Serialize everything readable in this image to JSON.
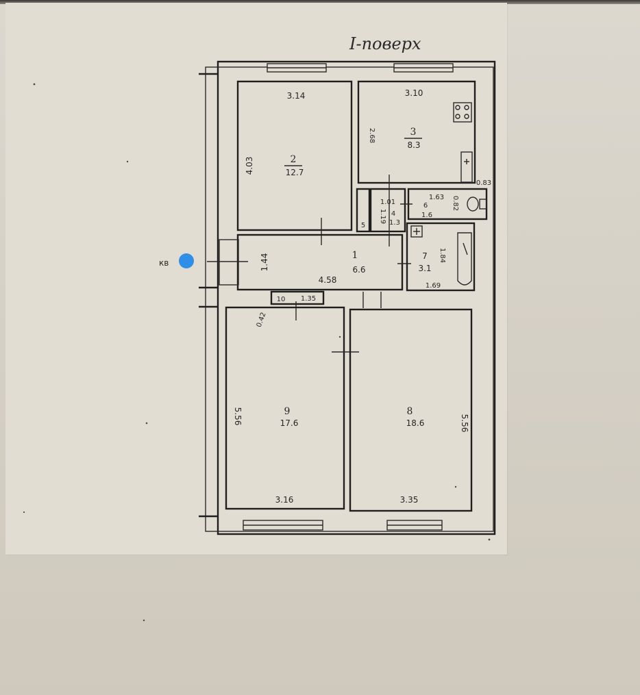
{
  "floor_title": "I-поверх",
  "entrance_label": "кв",
  "marker_color": "#2f8fe6",
  "rooms": [
    {
      "id": "1",
      "num": "1",
      "area": "6.6"
    },
    {
      "id": "2",
      "num": "2",
      "area": "12.7"
    },
    {
      "id": "3",
      "num": "3",
      "area": "8.3"
    },
    {
      "id": "4",
      "num": "4",
      "area": "1.3"
    },
    {
      "id": "5",
      "num": "5",
      "area": ""
    },
    {
      "id": "6",
      "num": "6",
      "area": "1.6"
    },
    {
      "id": "7",
      "num": "7",
      "area": "3.1"
    },
    {
      "id": "8",
      "num": "8",
      "area": "18.6"
    },
    {
      "id": "9",
      "num": "9",
      "area": "17.6"
    },
    {
      "id": "10",
      "num": "10",
      "area": ""
    }
  ],
  "dimensions": {
    "r2_width": "3.14",
    "r2_length": "4.03",
    "r3_width": "3.10",
    "r3_length": "2.68",
    "r3_side": "0.83",
    "r4_width": "1.01",
    "r4_length": "1.19",
    "r6_width": "1.63",
    "r6_length": "0.82",
    "r1_width": "4.58",
    "r1_length": "1.44",
    "r7_width": "1.69",
    "r7_length": "1.84",
    "r10_width": "1.35",
    "r9_length": "5.56",
    "r9_width": "3.16",
    "r9_small": "0.42",
    "r8_width": "3.35",
    "r8_length": "5.56"
  }
}
